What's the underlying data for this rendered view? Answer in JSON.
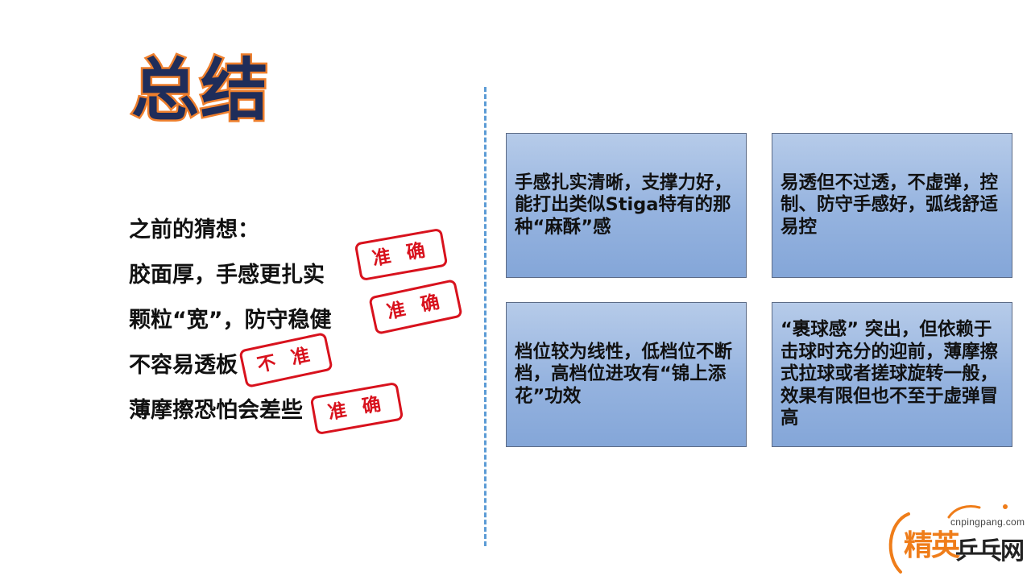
{
  "slide": {
    "title": "总结",
    "guesses": [
      "之前的猜想：",
      "胶面厚，手感更扎实",
      "颗粒“宽”，防守稳健",
      "不容易透板",
      "薄摩擦恐怕会差些"
    ],
    "stamps": [
      "准 确",
      "准 确",
      "不 准",
      "准 确"
    ],
    "cards": [
      "手感扎实清晰，支撑力好，能打出类似Stiga特有的那种“麻酥”感",
      "易透但不过透，不虚弹，控制、防守手感好，弧线舒适易控",
      "档位较为线性，低档位不断档，高档位进攻有“锦上添花”功效",
      "“裹球感” 突出，但依赖于击球时充分的迎前，薄摩擦式拉球或者搓球旋转一般，效果有限但也不至于虚弹冒高"
    ]
  },
  "logo": {
    "url": "cnpingpang.com",
    "brand_left": "精英",
    "brand_right": "乒乓网"
  },
  "colors": {
    "title_fill": "#1f2d5a",
    "title_outline": "#ee7f2d",
    "stamp_red": "#d8121d",
    "divider_blue": "#5b9bd5",
    "card_top": "#b6cbe9",
    "card_bottom": "#84a6d8",
    "logo_orange": "#ef7d1a"
  }
}
